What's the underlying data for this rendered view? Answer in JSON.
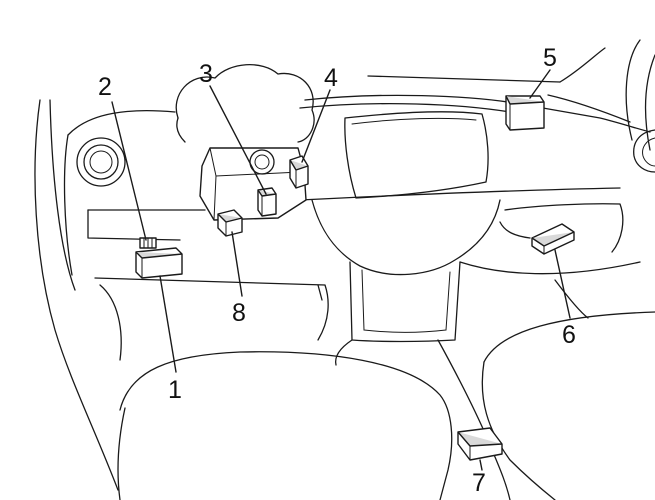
{
  "callouts": {
    "c1": "1",
    "c2": "2",
    "c3": "3",
    "c4": "4",
    "c5": "5",
    "c6": "6",
    "c7": "7",
    "c8": "8"
  },
  "colors": {
    "line": "#1a1a1a",
    "component_fill": "#ffffff",
    "component_shade": "#d9d9d9",
    "background": "#ffffff"
  }
}
